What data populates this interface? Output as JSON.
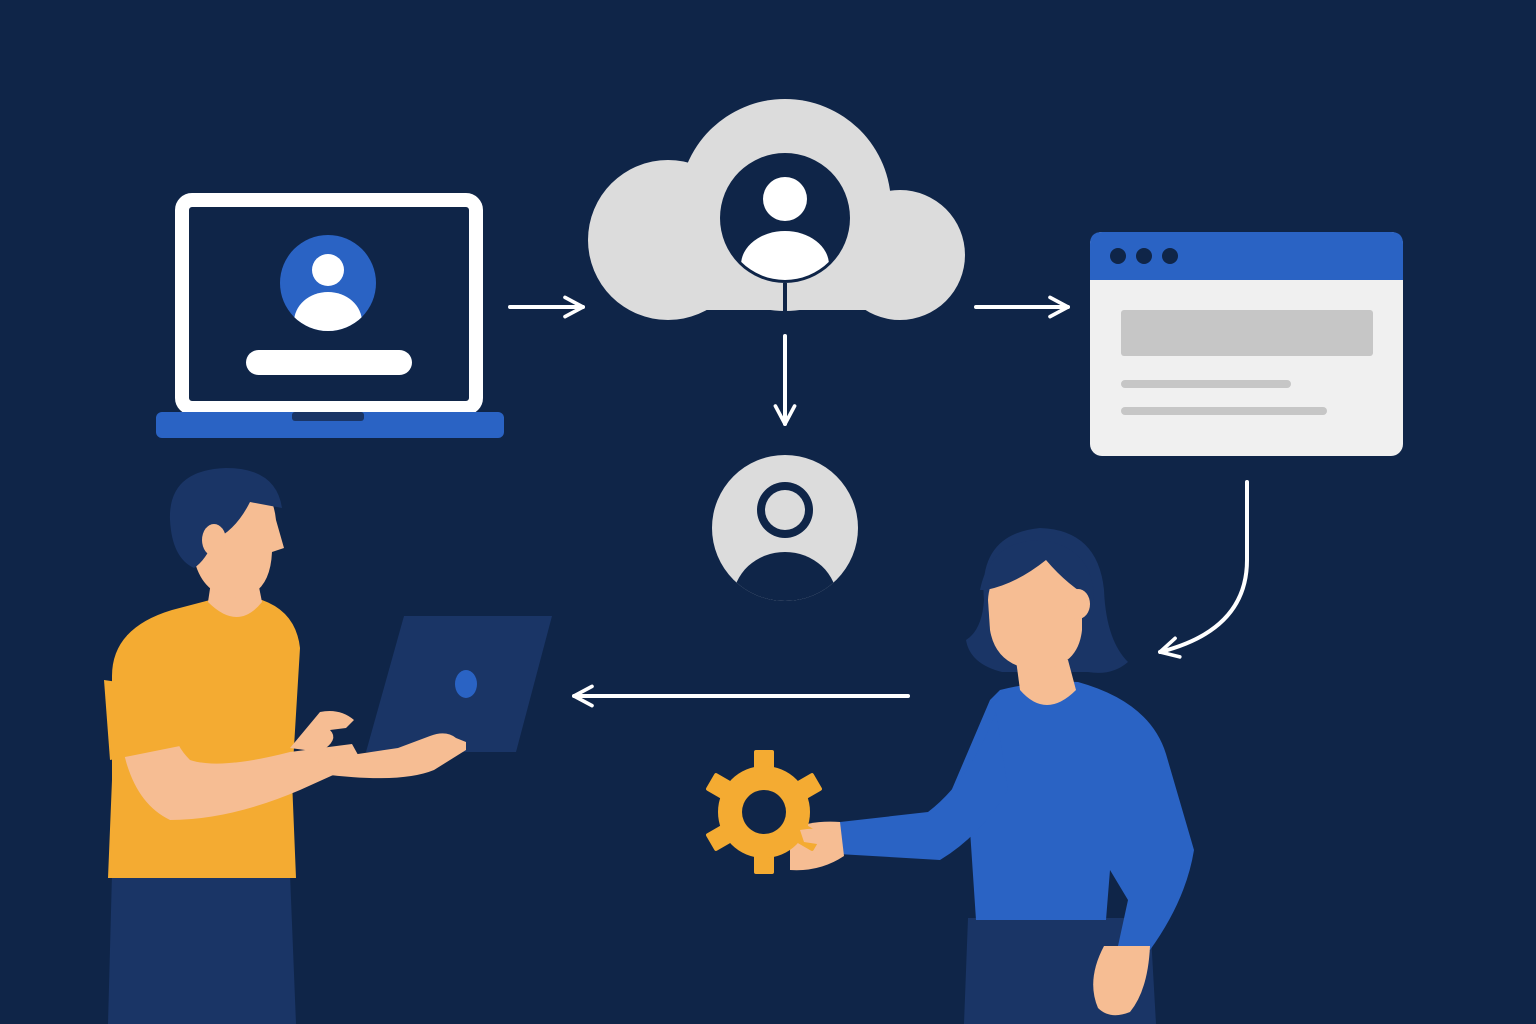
{
  "colors": {
    "background": "#0f2548",
    "white": "#ffffff",
    "light_gray": "#dcdcdc",
    "window_fill": "#f0f0f0",
    "accent_blue": "#2a63c4",
    "navy": "#1a3566",
    "shirt_yellow": "#f4ab32",
    "skin": "#f6bd93",
    "hair": "#1a3566",
    "gear": "#f4ab32"
  },
  "nodes": [
    {
      "id": "laptop-login",
      "icon": "laptop-user-login-icon"
    },
    {
      "id": "cloud-identity",
      "icon": "cloud-user-icon"
    },
    {
      "id": "user-profile",
      "icon": "user-avatar-icon"
    },
    {
      "id": "browser-app",
      "icon": "browser-window-icon"
    }
  ],
  "edges": [
    {
      "from": "laptop-login",
      "to": "cloud-identity"
    },
    {
      "from": "cloud-identity",
      "to": "browser-app"
    },
    {
      "from": "cloud-identity",
      "to": "user-profile"
    },
    {
      "from": "browser-app",
      "to": "person-woman"
    },
    {
      "from": "person-woman",
      "to": "person-man"
    }
  ],
  "people": [
    {
      "id": "person-man",
      "holds": "laptop-icon"
    },
    {
      "id": "person-woman",
      "holds": "gear-icon"
    }
  ]
}
